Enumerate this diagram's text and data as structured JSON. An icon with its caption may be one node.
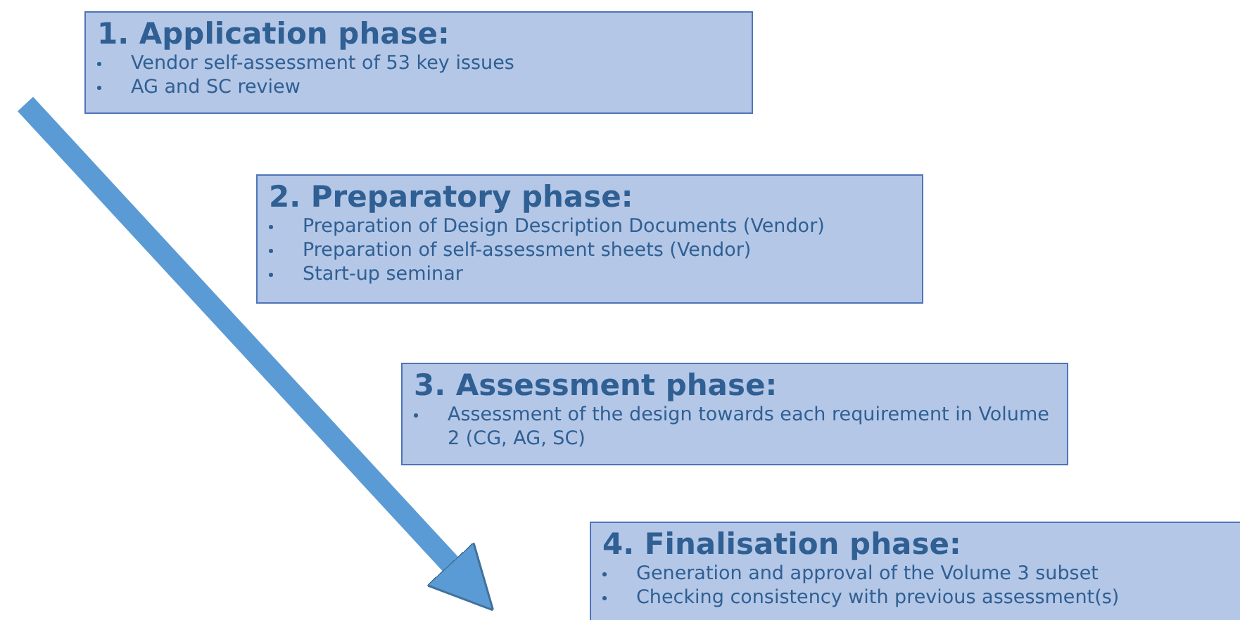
{
  "diagram": {
    "nodes": [
      {
        "text": [
          "1. Application phase:",
          "Vendor self-assessment of 53 key issues",
          "AG and SC review"
        ]
      },
      {
        "text": [
          "2. Preparatory phase:",
          "Preparation of Design Description Documents (Vendor)",
          "Preparation of self-assessment sheets (Vendor)",
          "Start-up seminar"
        ]
      },
      {
        "text": [
          "3. Assessment phase:",
          "Assessment of the design towards each requirement in Volume 2 (CG, AG, SC)"
        ]
      },
      {
        "text": [
          "4. Finalisation phase:",
          "Generation and approval of the Volume 3 subset",
          "Checking consistency with previous assessment(s)"
        ]
      }
    ]
  }
}
